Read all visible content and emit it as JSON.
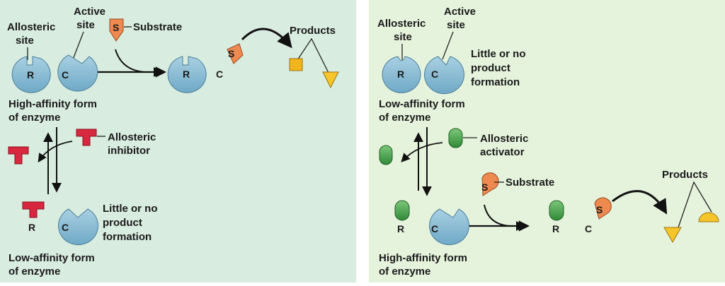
{
  "panel_a": {
    "allosteric_site": [
      "Allosteric",
      "site"
    ],
    "active_site": [
      "Active",
      "site"
    ],
    "substrate": "Substrate",
    "products": "Products",
    "high_affinity": [
      "High-affinity form",
      "of enzyme"
    ],
    "allosteric_inhibitor": [
      "Allosteric",
      "inhibitor"
    ],
    "little_or_no": [
      "Little or no",
      "product",
      "formation"
    ],
    "low_affinity": [
      "Low-affinity form",
      "of enzyme"
    ]
  },
  "panel_b": {
    "allosteric_site": [
      "Allosteric",
      "site"
    ],
    "active_site": [
      "Active",
      "site"
    ],
    "little_or_no": [
      "Little or no",
      "product",
      "formation"
    ],
    "low_affinity": [
      "Low-affinity form",
      "of enzyme"
    ],
    "allosteric_activator": [
      "Allosteric",
      "activator"
    ],
    "substrate": "Substrate",
    "products": "Products",
    "high_affinity": [
      "High-affinity form",
      "of enzyme"
    ]
  },
  "enzyme_labels": {
    "regulatory": "R",
    "catalytic": "C",
    "substrate_letter": "S"
  },
  "colors": {
    "panel_a_bg": "#d8ecdf",
    "panel_b_bg": "#e6f3dc",
    "enzyme": "#8fbfd6",
    "substrate": "#ee8a4f",
    "inhibitor": "#d8283f",
    "activator": "#4fa14d",
    "product_square": "#f2b51b",
    "product_triangle": "#f6c52a"
  }
}
